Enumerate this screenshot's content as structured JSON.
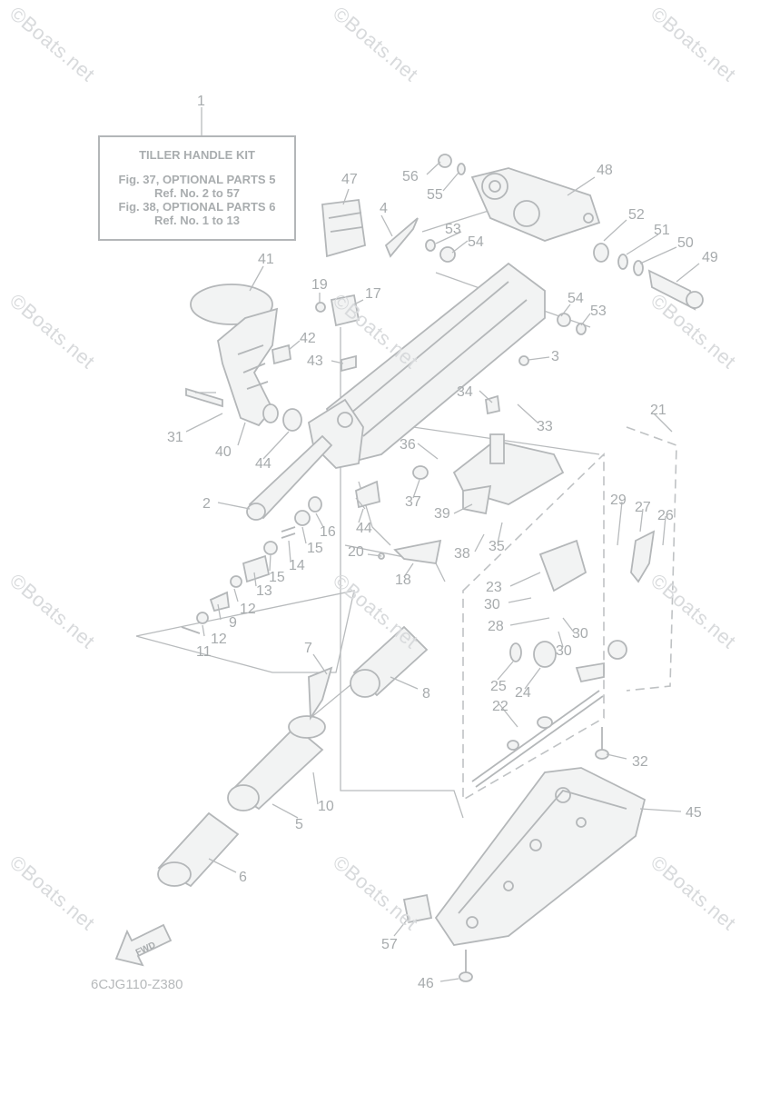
{
  "watermark": "©Boats.net",
  "kit_box": {
    "title": "TILLER HANDLE KIT",
    "lines": [
      "Fig. 37, OPTIONAL PARTS 5",
      "Ref. No. 2 to 57",
      "Fig. 38, OPTIONAL PARTS 6",
      "Ref. No. 1 to 13"
    ]
  },
  "fwd_label": "FWD",
  "diagram_code": "6CJG110-Z380",
  "callouts": [
    "1",
    "2",
    "3",
    "4",
    "5",
    "6",
    "7",
    "8",
    "9",
    "10",
    "11",
    "12",
    "12",
    "13",
    "14",
    "15",
    "15",
    "16",
    "17",
    "18",
    "19",
    "20",
    "21",
    "22",
    "23",
    "24",
    "25",
    "26",
    "27",
    "28",
    "29",
    "30",
    "30",
    "30",
    "31",
    "32",
    "33",
    "34",
    "35",
    "36",
    "37",
    "38",
    "39",
    "40",
    "41",
    "42",
    "43",
    "44",
    "44",
    "45",
    "46",
    "47",
    "48",
    "49",
    "50",
    "51",
    "52",
    "53",
    "53",
    "54",
    "54",
    "55",
    "56",
    "57"
  ]
}
